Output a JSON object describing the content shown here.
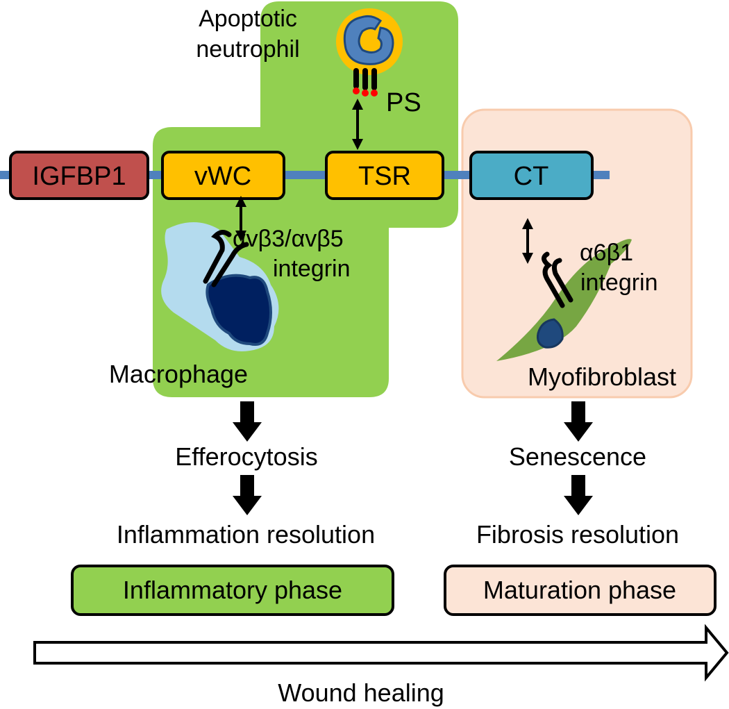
{
  "domains": {
    "igfbp1": "IGFBP1",
    "vwc": "vWC",
    "tsr": "TSR",
    "ct": "CT"
  },
  "labels": {
    "apoptotic_line1": "Apoptotic",
    "apoptotic_line2": "neutrophil",
    "ps": "PS",
    "integrin_av_line1": "αvβ3/αvβ5",
    "integrin_av_line2": "integrin",
    "integrin_a6_line1": "α6β1",
    "integrin_a6_line2": "integrin",
    "macrophage": "Macrophage",
    "myofibroblast": "Myofibroblast",
    "efferocytosis": "Efferocytosis",
    "inflammation_resolution": "Inflammation resolution",
    "senescence": "Senescence",
    "fibrosis_resolution": "Fibrosis resolution",
    "inflammatory_phase": "Inflammatory phase",
    "maturation_phase": "Maturation phase",
    "wound_healing": "Wound healing"
  },
  "colors": {
    "inflammatory_green": "#92d050",
    "maturation_peach": "#fce4d6",
    "maturation_border": "#f8cbad",
    "igfbp1_red": "#c0504d",
    "domain_orange": "#ffc000",
    "ct_teal": "#4bacc6",
    "backbone_blue": "#4f81bd",
    "macrophage_light": "#b4dbee",
    "nucleus_dark": "#002060",
    "neutrophil_yellow": "#ffc000",
    "neutrophil_nucleus": "#4f81bd",
    "ps_red": "#ff0000",
    "myofibroblast_green": "#77a643"
  }
}
